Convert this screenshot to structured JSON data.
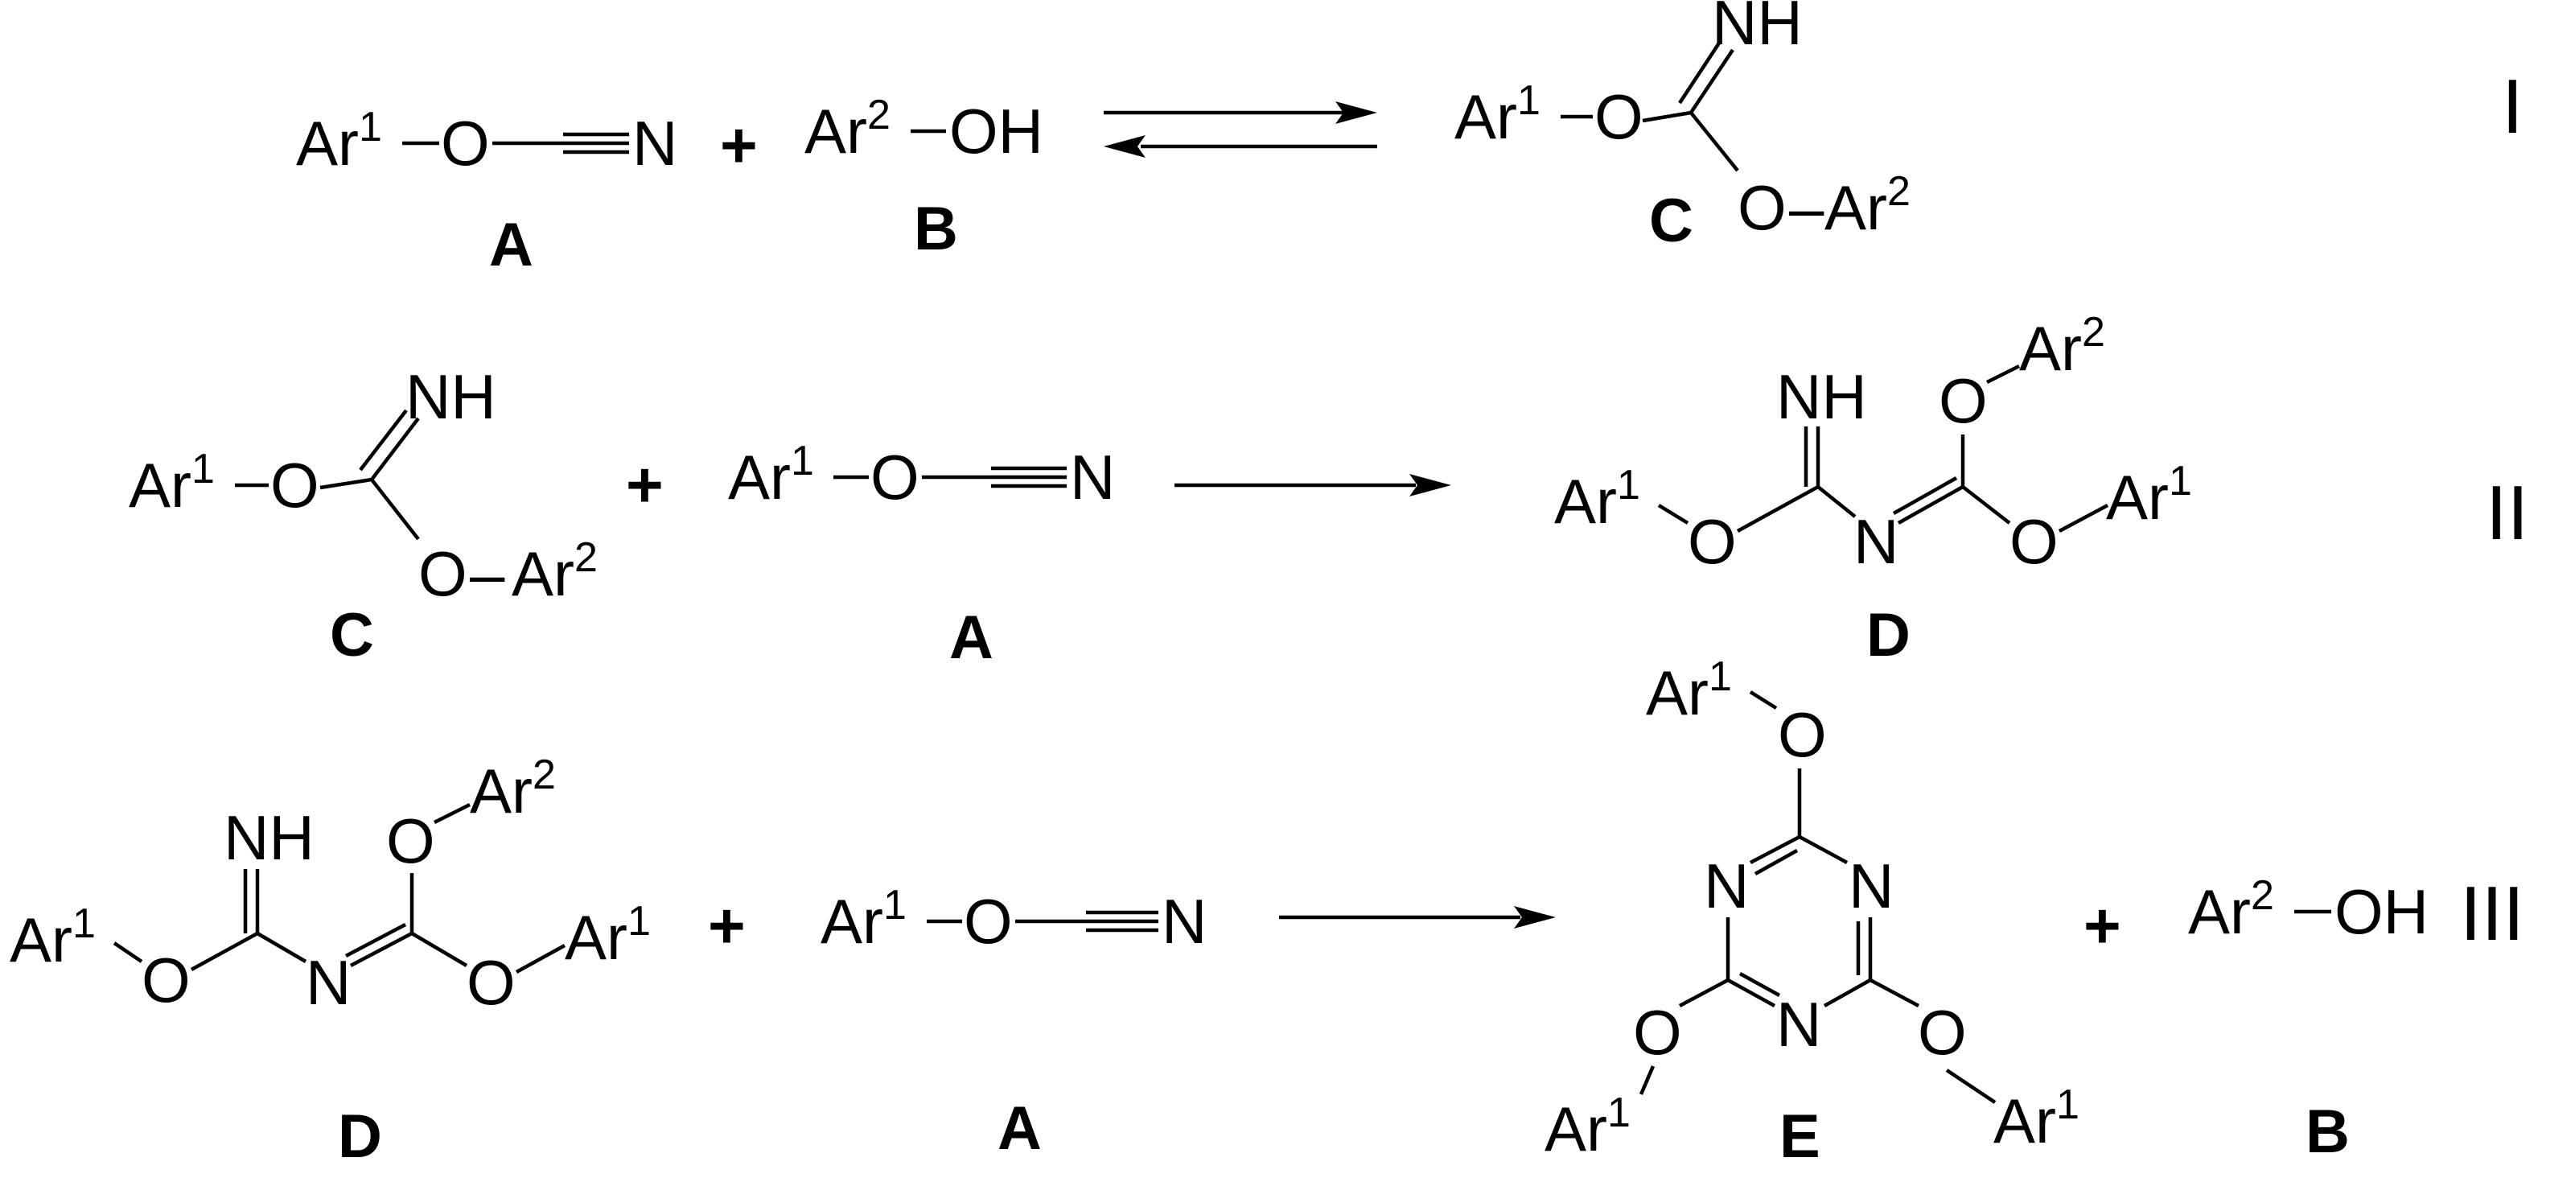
{
  "reactions": [
    {
      "id": "I",
      "reactants": [
        {
          "label": "A",
          "formula": "Ar1–O–C≡N"
        },
        {
          "label": "B",
          "formula": "Ar2–OH"
        }
      ],
      "arrow": "equilibrium",
      "products": [
        {
          "label": "C"
        }
      ]
    },
    {
      "id": "II",
      "reactants": [
        {
          "label": "C"
        },
        {
          "label": "A",
          "formula": "Ar1–O–C≡N"
        }
      ],
      "arrow": "forward",
      "products": [
        {
          "label": "D"
        }
      ]
    },
    {
      "id": "III",
      "reactants": [
        {
          "label": "D"
        },
        {
          "label": "A",
          "formula": "Ar1–O–C≡N"
        }
      ],
      "arrow": "forward",
      "products": [
        {
          "label": "E"
        },
        {
          "label": "B",
          "formula": "Ar2–OH"
        }
      ]
    }
  ],
  "text": {
    "ar": "Ar",
    "sup1": "1",
    "sup2": "2",
    "o": "O",
    "n": "N",
    "nh": "NH",
    "oh": "OH",
    "plus": "+",
    "dash": "–",
    "A": "A",
    "B": "B",
    "C": "C",
    "D": "D",
    "E": "E",
    "rI": "I",
    "rII": "II",
    "rIII": "III"
  }
}
